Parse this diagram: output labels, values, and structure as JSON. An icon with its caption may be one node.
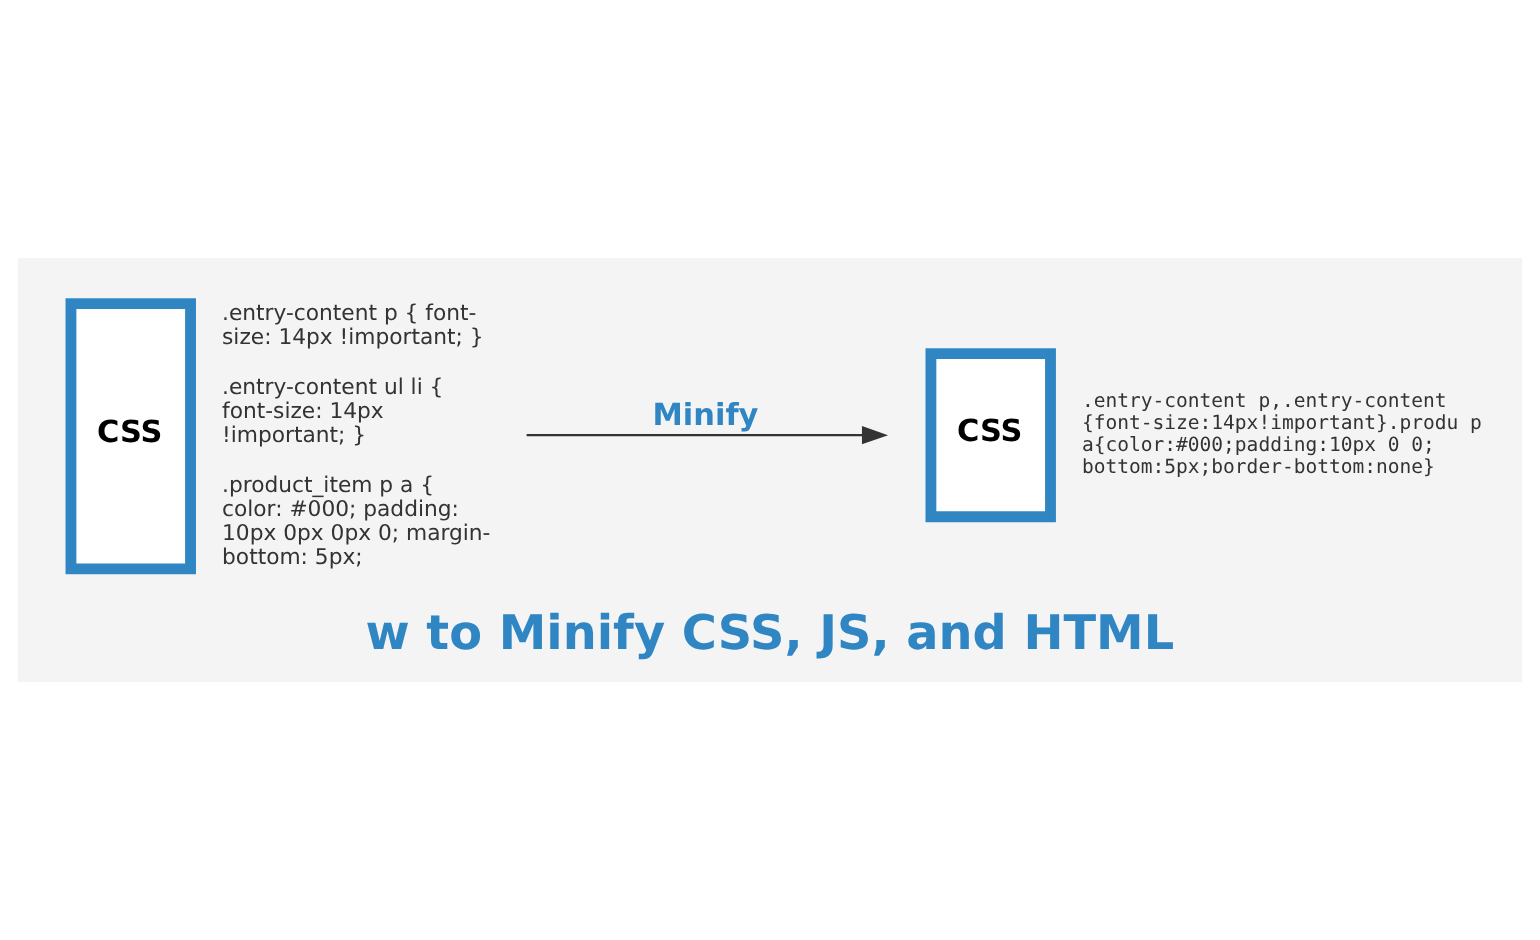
{
  "diagram": {
    "title": "w to Minify CSS, JS, and HTML",
    "nodes": [
      {
        "text": [
          "CSS"
        ],
        "beside": [
          ".entry-content p { font-size: 14px !important; }",
          ".entry-content ul li { font-size: 14px !important; }",
          ".product_item p a { color: #000; padding: 10px 0px 0px 0; margin-bottom: 5px;"
        ]
      },
      {
        "text": [
          "CSS"
        ],
        "beside": [
          ".entry-content p,.entry-content {font-size:14px!important}.produ p a{color:#000;padding:10px 0 0; bottom:5px;border-bottom:none}"
        ]
      }
    ],
    "edges": [
      {
        "from": 0,
        "to": 1,
        "arrow": "to",
        "label": "Minify"
      }
    ]
  }
}
